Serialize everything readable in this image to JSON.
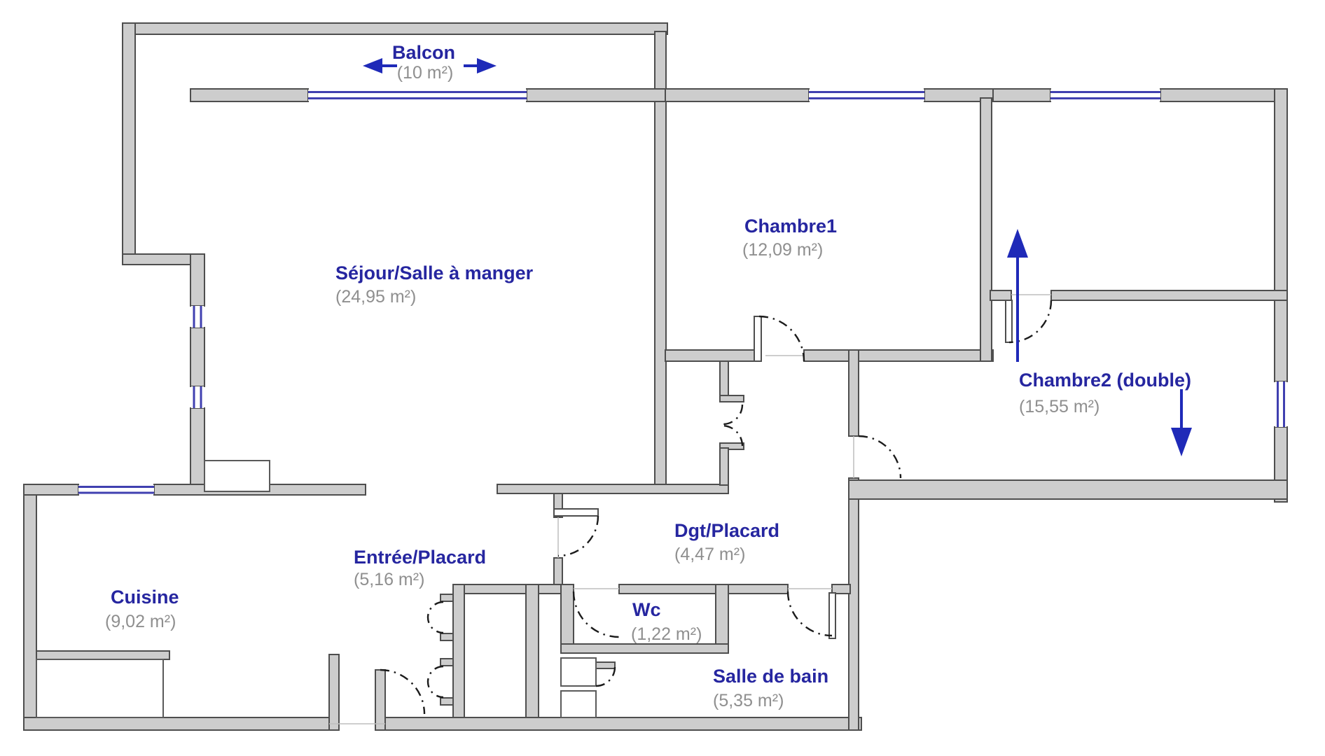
{
  "figure_type": "apartment-floor-plan",
  "colors": {
    "room_label": "#2626a0",
    "area_label": "#8f8f8f",
    "wall_fill": "#cdcdcd",
    "wall_outline": "#4e4e4e",
    "window": "#4040b0",
    "door_swing": "#1b1b1b",
    "arrow": "#1f2ab8",
    "background": "#ffffff"
  },
  "icons": {
    "balcon_arrows": "left-right-extent-arrows",
    "chambre2_arrows": "up-down-extent-arrows"
  },
  "rooms": [
    {
      "id": "balcon",
      "name": "Balcon",
      "area": "(10 m²)"
    },
    {
      "id": "sejour",
      "name": "Séjour/Salle à manger",
      "area": "(24,95 m²)"
    },
    {
      "id": "chambre1",
      "name": "Chambre1",
      "area": "(12,09 m²)"
    },
    {
      "id": "chambre2",
      "name": "Chambre2 (double)",
      "area": "(15,55 m²)"
    },
    {
      "id": "cuisine",
      "name": "Cuisine",
      "area": "(9,02 m²)"
    },
    {
      "id": "entree",
      "name": "Entrée/Placard",
      "area": "(5,16 m²)"
    },
    {
      "id": "dgt",
      "name": "Dgt/Placard",
      "area": "(4,47 m²)"
    },
    {
      "id": "wc",
      "name": "Wc",
      "area": "(1,22 m²)"
    },
    {
      "id": "sdb",
      "name": "Salle de bain",
      "area": "(5,35 m²)"
    }
  ]
}
